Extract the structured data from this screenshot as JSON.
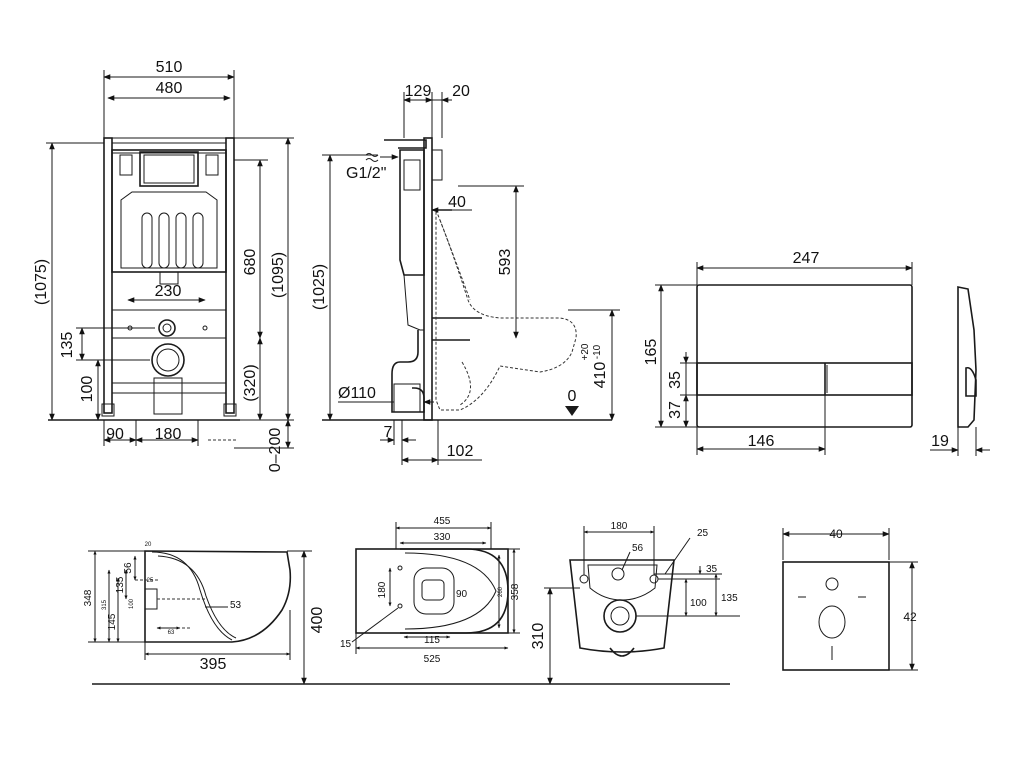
{
  "frame_front": {
    "width_outer": "510",
    "width_inner": "480",
    "height_1075": "(1075)",
    "height_680": "680",
    "height_1095": "(1095)",
    "dim_230": "230",
    "dim_135": "135",
    "dim_100": "100",
    "dim_320": "(320)",
    "dim_90": "90",
    "dim_180": "180",
    "dim_0_200": "0–200"
  },
  "frame_side": {
    "dim_129": "129",
    "dim_20": "20",
    "inlet": "G1/2\"",
    "dim_40": "40",
    "dim_593": "593",
    "height_1025": "(1025)",
    "pipe": "Ø110",
    "dim_7": "7",
    "dim_102": "102",
    "dim_410": "410",
    "tol_plus": "+20",
    "tol_minus": "-10",
    "zero": "0"
  },
  "flush_plate": {
    "width": "247",
    "height": "165",
    "dim_35": "35",
    "dim_37": "37",
    "dim_146": "146",
    "depth": "19"
  },
  "bowl_side": {
    "dim_348": "348",
    "dim_395": "395",
    "dim_400": "400",
    "dim_56": "56",
    "dim_135": "135",
    "dim_145": "145",
    "dim_20": "20",
    "dim_53": "53",
    "dim_63": "63",
    "dim_100": "100",
    "dim_25": "25",
    "dim_315": "315"
  },
  "bowl_top": {
    "dim_455": "455",
    "dim_330": "330",
    "dim_180": "180",
    "dim_90": "90",
    "dim_358": "358",
    "dim_260": "260",
    "dim_115": "115",
    "dim_15": "15",
    "dim_525": "525"
  },
  "bowl_rear": {
    "dim_180": "180",
    "dim_25": "25",
    "dim_56": "56",
    "dim_35": "35",
    "dim_100": "100",
    "dim_135": "135",
    "dim_310": "310"
  },
  "gasket": {
    "width": "40",
    "height": "42"
  }
}
